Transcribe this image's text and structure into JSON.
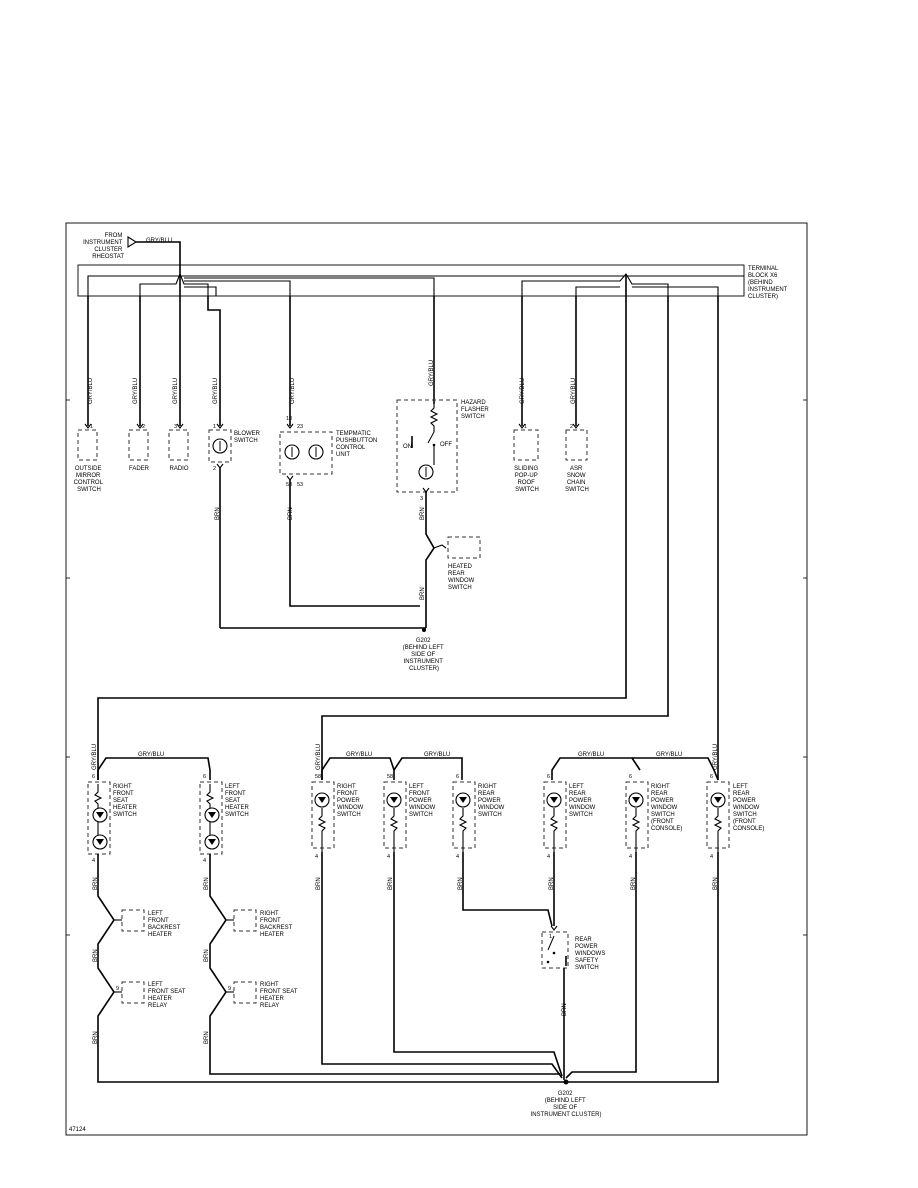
{
  "diagram": {
    "source": {
      "lines": [
        "FROM",
        "INSTRUMENT",
        "CLUSTER",
        "RHEOSTAT"
      ]
    },
    "terminal_block": {
      "lines": [
        "TERMINAL",
        "BLOCK X6",
        "(BEHIND",
        "INSTRUMENT",
        "CLUSTER)"
      ]
    },
    "wire_colors": {
      "gry_blu": "GRY/BLU",
      "brn": "BRN"
    },
    "components": {
      "outside_mirror": {
        "lines": [
          "OUTSIDE",
          "MIRROR",
          "CONTROL",
          "SWITCH"
        ]
      },
      "fader": {
        "lines": [
          "FADER"
        ]
      },
      "radio": {
        "lines": [
          "RADIO"
        ]
      },
      "blower": {
        "lines": [
          "BLOWER",
          "SWITCH"
        ]
      },
      "tempmatic": {
        "lines": [
          "TEMPMATIC",
          "PUSHBUTTON",
          "CONTROL",
          "UNIT"
        ]
      },
      "hazard": {
        "lines": [
          "HAZARD",
          "FLASHER",
          "SWITCH"
        ],
        "on": "ON",
        "off": "OFF"
      },
      "sliding_roof": {
        "lines": [
          "SLIDING",
          "POP-UP",
          "ROOF",
          "SWITCH"
        ]
      },
      "asr": {
        "lines": [
          "ASR",
          "SNOW",
          "CHAIN",
          "SWITCH"
        ]
      },
      "heated_rear": {
        "lines": [
          "HEATED",
          "REAR",
          "WINDOW",
          "SWITCH"
        ]
      },
      "rf_seat_heater": {
        "lines": [
          "RIGHT",
          "FRONT",
          "SEAT",
          "HEATER",
          "SWITCH"
        ]
      },
      "lf_seat_heater": {
        "lines": [
          "LEFT",
          "FRONT",
          "SEAT",
          "HEATER",
          "SWITCH"
        ]
      },
      "rf_power_window": {
        "lines": [
          "RIGHT",
          "FRONT",
          "POWER",
          "WINDOW",
          "SWITCH"
        ]
      },
      "lf_power_window": {
        "lines": [
          "LEFT",
          "FRONT",
          "POWER",
          "WINDOW",
          "SWITCH"
        ]
      },
      "rr_power_window": {
        "lines": [
          "RIGHT",
          "REAR",
          "POWER",
          "WINDOW",
          "SWITCH"
        ]
      },
      "lr_power_window": {
        "lines": [
          "LEFT",
          "REAR",
          "POWER",
          "WINDOW",
          "SWITCH"
        ]
      },
      "rr_pw_console": {
        "lines": [
          "RIGHT",
          "REAR",
          "POWER",
          "WINDOW",
          "SWITCH",
          "(FRONT",
          "CONSOLE)"
        ]
      },
      "lr_pw_console": {
        "lines": [
          "LEFT",
          "REAR",
          "POWER",
          "WINDOW",
          "SWITCH",
          "(FRONT",
          "CONSOLE)"
        ]
      },
      "lf_backrest": {
        "lines": [
          "LEFT",
          "FRONT",
          "BACKREST",
          "HEATER"
        ]
      },
      "rf_backrest": {
        "lines": [
          "RIGHT",
          "FRONT",
          "BACKREST",
          "HEATER"
        ]
      },
      "lf_seat_relay": {
        "lines": [
          "LEFT",
          "FRONT SEAT",
          "HEATER",
          "RELAY"
        ]
      },
      "rf_seat_relay": {
        "lines": [
          "RIGHT",
          "FRONT SEAT",
          "HEATER",
          "RELAY"
        ]
      },
      "rear_pw_safety": {
        "lines": [
          "REAR",
          "POWER",
          "WINDOWS",
          "SAFETY",
          "SWITCH"
        ]
      }
    },
    "grounds": {
      "upper": {
        "lines": [
          "G202",
          "(BEHIND LEFT",
          "SIDE OF",
          "INSTRUMENT",
          "CLUSTER)"
        ]
      },
      "lower": {
        "lines": [
          "G202",
          "(BEHIND LEFT",
          "SIDE OF",
          "INSTRUMENT CLUSTER)"
        ]
      }
    },
    "pins": {
      "p1": "1",
      "p2": "2",
      "p3": "3",
      "p4": "4",
      "p5": "5",
      "p6": "6",
      "p9": "9",
      "p18": "18",
      "p23": "23",
      "p53": "53",
      "p58": "58"
    },
    "figure_id": "47124"
  }
}
